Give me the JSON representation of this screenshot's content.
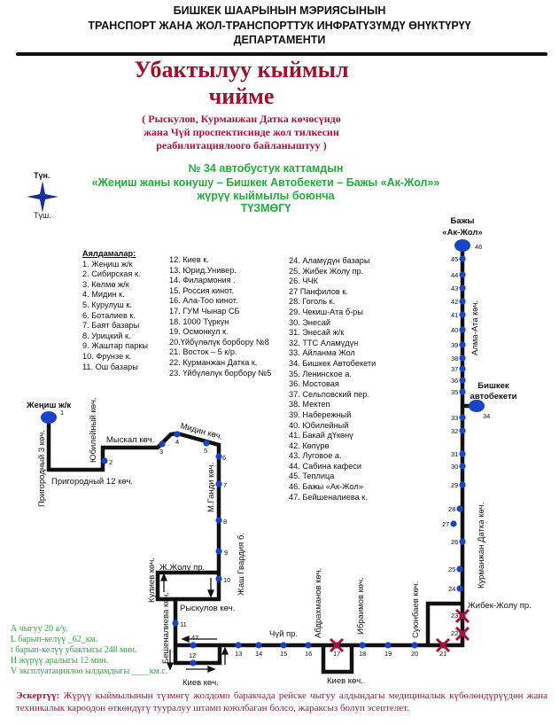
{
  "header": {
    "line1": "БИШКЕК ШААРЫНЫН  МЭРИЯСЫНЫН",
    "line2": "ТРАНСПОРТ ЖАНА ЖОЛ-ТРАНСПОРТТУК ИНФРАТҮЗҮМДҮ ӨНҮКТҮРҮҮ",
    "line3": "ДЕПАРТАМЕНТИ"
  },
  "title": {
    "line1": "Убактылуу кыймыл",
    "line2": "чийме",
    "sub1": "( Рыскулов, Курманжан Датка көчөсүндө",
    "sub2": "жана Чүй проспектисинде   жол тилкесин",
    "sub3": "реабилитациялоого байланыштуу   )"
  },
  "route": {
    "line1": "№ 34  автобустук каттамдын",
    "line2": "«Жеңиш жаны конушу – Бишкек Автобекети – Бажы «Ак-Жол»»",
    "line3": "жүрүү кыймылы боюнча",
    "line4": "ТҮЗМӨГҮ"
  },
  "compass": {
    "north": "Түн.",
    "south": "Түш.",
    "color": "#1a2f9a"
  },
  "legend": {
    "heading": "Аялдамалар:",
    "col1": [
      "1. Жеңиш ж/к",
      "2. Сибирская к.",
      "3. Көлмө ж/к",
      "4. Мидин к.",
      "5. Курулуш к.",
      "6. Боталиев к.",
      "7. Баят базары",
      "8. Урицкий к.",
      "9. Жаштар паркы",
      "10. Фрунзе к.",
      "11. Ош базары"
    ],
    "col2": [
      "12. Киев к.",
      "13. Юрид.Универ.",
      "14. Филармония .",
      "15. Россия кинот.",
      "16. Ала-Тоо кинот.",
      "17. ГУМ Чынар СБ",
      "18. 1000 Түркүн",
      "19. Осмонкул к.",
      "20.Үйбүлөлүк борбору №8",
      "21. Восток – 5 к/р.",
      "22. Курманжан Датка к.",
      "23. Үйбүлөлүк борбору №5"
    ],
    "col3": [
      "24. Аламүдүн базары",
      "25. Жибек Жолу пр.",
      "26. ЧЧК",
      "27 Панфилов к.",
      "28. Гоголь к.",
      "29. Чекиш-Ата б-ры",
      "30. Энесай",
      "31. Энесай ж/к",
      "32. ТТС Аламүдүн",
      "33. Айланма Жол",
      "34. Бишкек Автобекети",
      "35. Ленинское а.",
      "36. Мостовая",
      "37. Сельповский пер.",
      "38. Мектеп",
      "39. Набережный",
      "40. Юбилейный",
      "41. Бакай дҮкөнү",
      "42. Көпүрө",
      "43. Луговое а.",
      "44. Сабина кафеси",
      "45. Теплица",
      "46. Бажы «Ак-Жол»",
      "47. Бейшеналиева к."
    ]
  },
  "map": {
    "stops": [
      "1",
      "2",
      "3",
      "4",
      "5",
      "6",
      "7",
      "8",
      "9",
      "10",
      "11",
      "12",
      "13",
      "14",
      "15",
      "16",
      "17",
      "18",
      "19",
      "20",
      "21",
      "22",
      "23",
      "24",
      "25",
      "26",
      "27",
      "28",
      "29",
      "30",
      "31",
      "32",
      "33",
      "34",
      "35",
      "36",
      "37",
      "38",
      "39",
      "40",
      "41",
      "42",
      "43",
      "44",
      "45",
      "46",
      "47"
    ],
    "closed_stops": [
      "17",
      "21",
      "22",
      "23"
    ],
    "terminal_start": "Жеңиш ж/к",
    "terminal_end_1": "Бажы",
    "terminal_end_2": "«Ак-Жол»",
    "station_1": "Бишкек",
    "station_2": "автобекети",
    "streets": {
      "prigorodny3": "Пригородный 3 көч.",
      "yubileyny": "Юбилейный көч.",
      "myskal": "Мыскал көч.",
      "midin": "Мидин көч.",
      "prigorodny12": "Пригородный 12 көч.",
      "gandi": "М.Ганди көч.",
      "zhash_gvardiya": "Жаш Гвардия б.",
      "kuliev": "Кулиев көч.",
      "zh_zholu": "Ж.Жолу пр.",
      "ryskulov": "Рыскулов көч.",
      "beshenalieva": "Бешеналиева көч.",
      "kiev1": "Киев көч.",
      "kiev2": "Киев көч.",
      "chuy": "Чүй пр.",
      "abdrakhmanov": "Абдрахманов көч.",
      "ibraimov": "Ибраимов көч.",
      "suyunbaev": "Суюнбаев көч.",
      "zhibek_zholu": "Жибек-Жолу пр.",
      "kurmanzhan": "Курманжан Датка көч.",
      "alma_ata": "Алма-Ата көч."
    },
    "colors": {
      "stop": "#1845c8",
      "route": "#111111",
      "closed": "#b0102a"
    }
  },
  "info": {
    "a": "А чыгуу 20 а/у.",
    "l": "L барып-келүү  _62_км.",
    "t": "t барып-келүү убактысы 248 мин.",
    "i": "И жүрүү аралыгы  12  мин.",
    "v": "V эксплуатациялоо ылдамдыгы ____км.с."
  },
  "note": {
    "label": "Эскертүү:",
    "text": " Жүрүү кыймылынын түзмөгү жолдомо баракчада рейске чыгуу алдындагы медициналык күбөлөндүрүүдөн жана техникалык кароодон өткөндүгү тууралуу штамп коюлбаган болсо, жараксыз болуп эсептелет."
  }
}
